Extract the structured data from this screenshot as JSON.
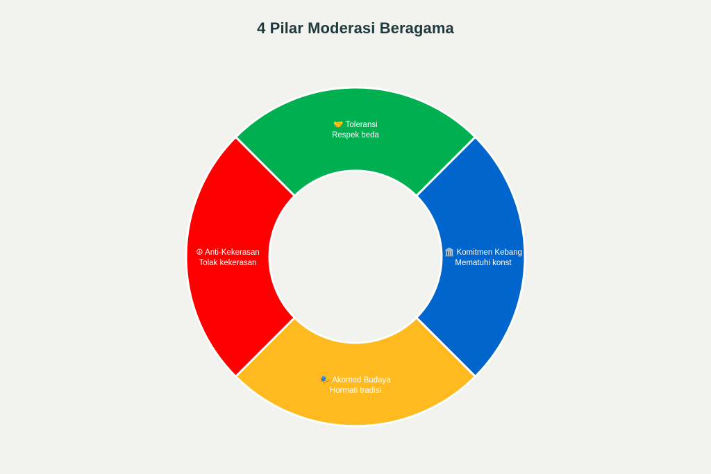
{
  "chart_data": {
    "type": "pie",
    "title": "4 Pilar Moderasi Beragama",
    "slices": [
      {
        "label": "🤝 Toleransi",
        "sub": "Respek beda",
        "value": 25,
        "color": "#00b050"
      },
      {
        "label": "🏛️ Komitmen Kebang",
        "sub": "Mematuhi konst",
        "value": 25,
        "color": "#0065cc"
      },
      {
        "label": "🎭 Akomod Budaya",
        "sub": "Hormati tradisi",
        "value": 25,
        "color": "#ffba20"
      },
      {
        "label": "☮ Anti-Kekerasan",
        "sub": "Tolak kekerasan",
        "value": 25,
        "color": "#ff0000"
      }
    ],
    "donut": true,
    "legend": "none"
  }
}
